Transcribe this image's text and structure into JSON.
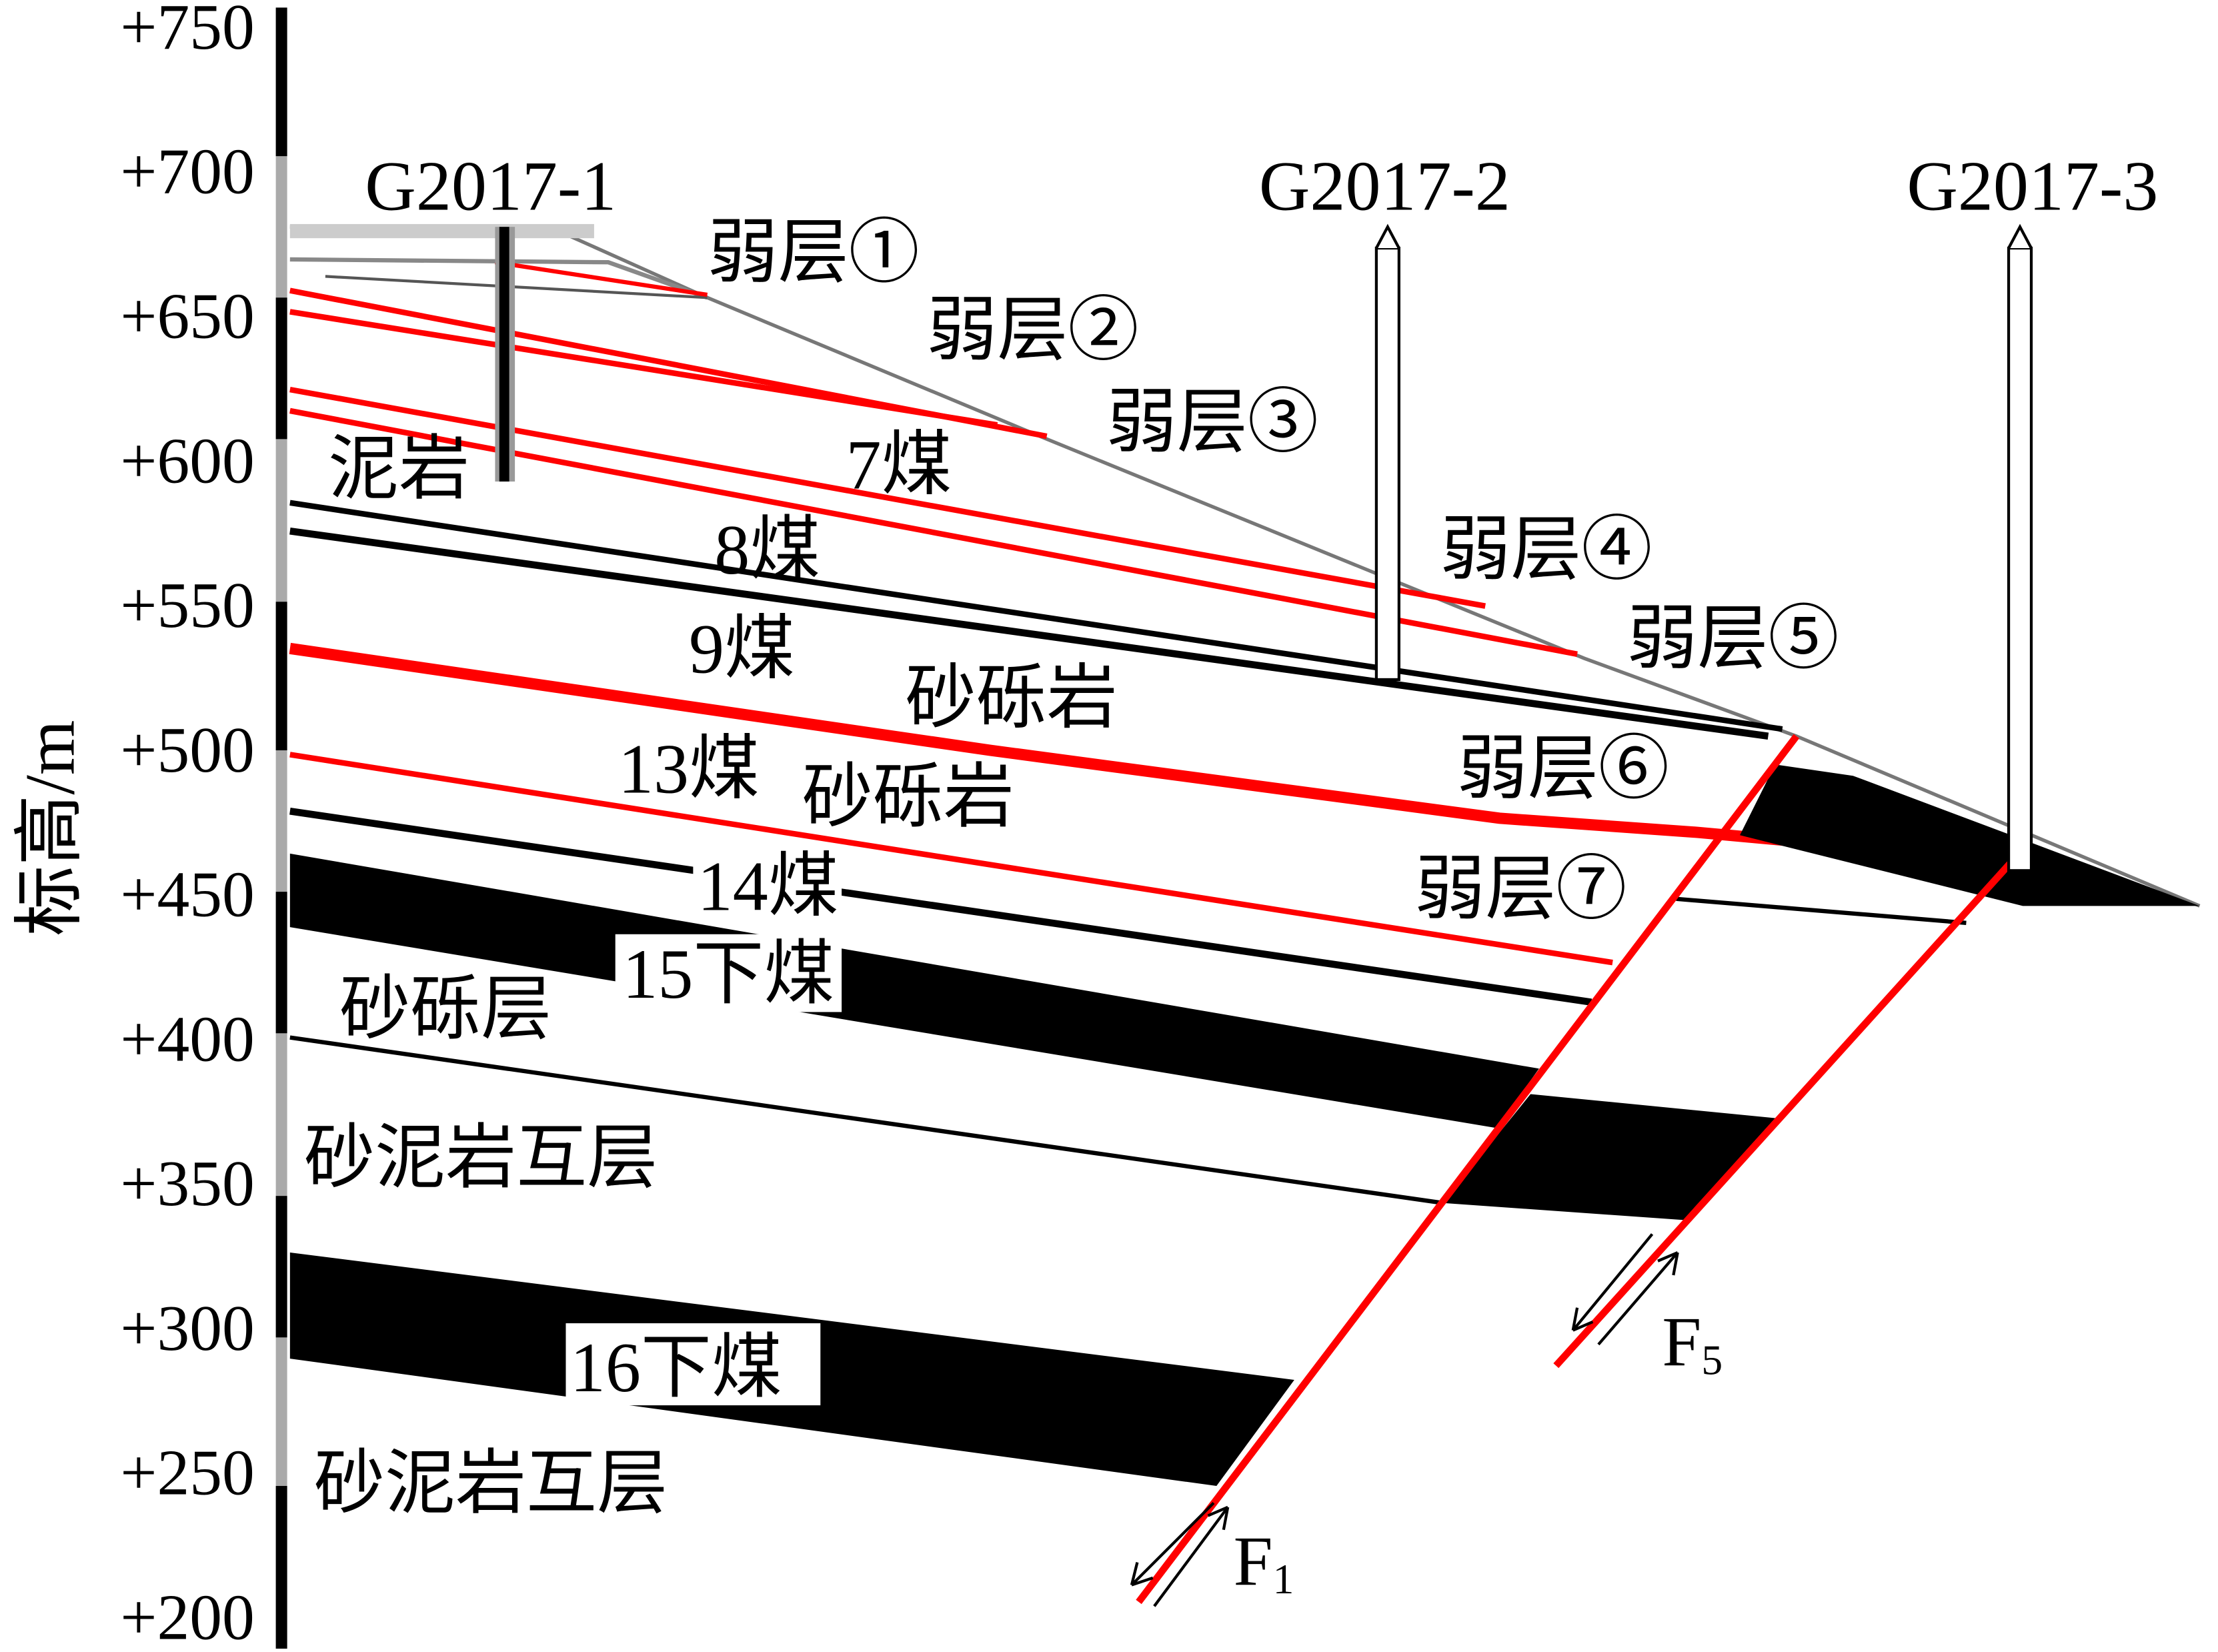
{
  "axis": {
    "title": "标高/m",
    "ticks": [
      "+750",
      "+700",
      "+650",
      "+600",
      "+550",
      "+500",
      "+450",
      "+400",
      "+350",
      "+300",
      "+250",
      "+200"
    ]
  },
  "boreholes": {
    "b1": "G2017-1",
    "b2": "G2017-2",
    "b3": "G2017-3"
  },
  "weak_layers": [
    "弱层①",
    "弱层②",
    "弱层③",
    "弱层④",
    "弱层⑤",
    "弱层⑥",
    "弱层⑦"
  ],
  "strata": {
    "mudstone": "泥岩",
    "coal7": "7煤",
    "coal8": "8煤",
    "coal9": "9煤",
    "conglomerate1": "砂砾岩",
    "coal13": "13煤",
    "conglomerate2": "砂砾岩",
    "coal14": "14煤",
    "coal15": "15下煤",
    "gravel": "砂砾层",
    "interbed1": "砂泥岩互层",
    "coal16": "16下煤",
    "interbed2": "砂泥岩互层"
  },
  "faults": {
    "f1": "F",
    "f1_sub": "1",
    "f5": "F",
    "f5_sub": "5"
  },
  "colors": {
    "weak_layer": "#ff0000",
    "coal": "#000000"
  }
}
